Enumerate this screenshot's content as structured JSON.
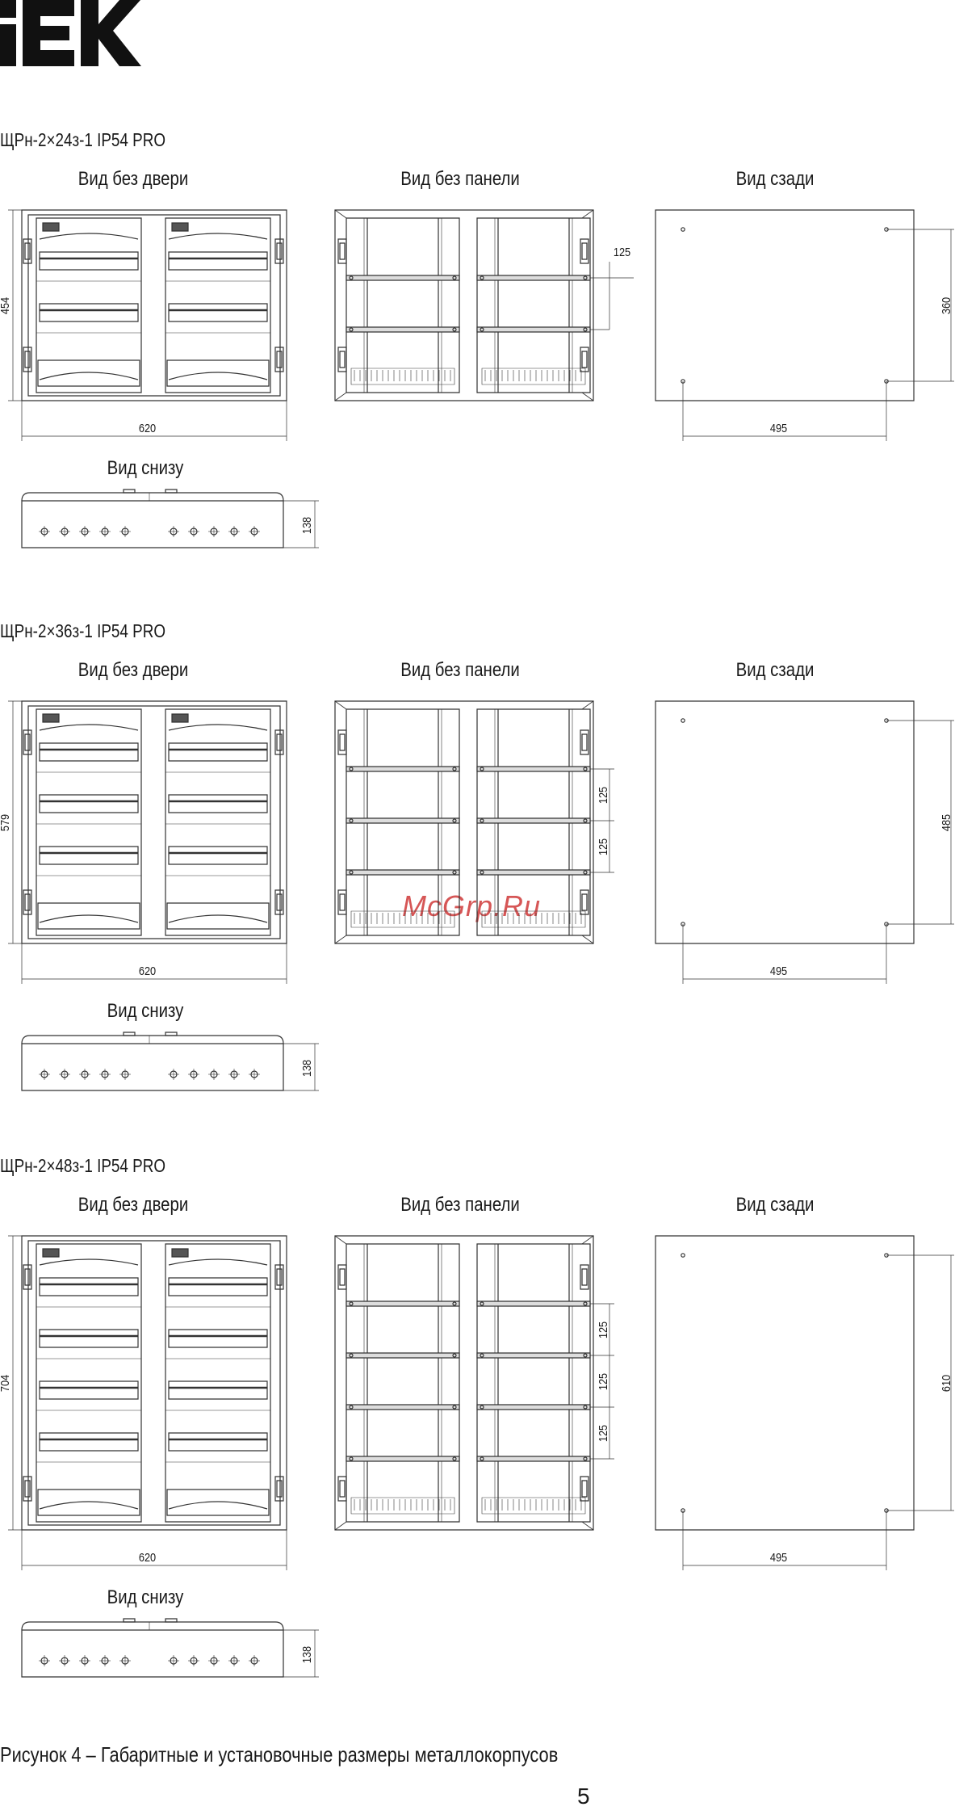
{
  "brand": {
    "logo_text": "IEK"
  },
  "sections": [
    {
      "title": "ЩРн-2×24з-1 IP54 PRO",
      "view_front": "Вид без двери",
      "view_panel": "Вид без панели",
      "view_back": "Вид сзади",
      "view_bottom": "Вид снизу",
      "rows": 2,
      "height_dim": "454",
      "width_dim": "620",
      "rail_dims": [
        "125"
      ],
      "back_height_dim": "360",
      "back_width_dim": "495",
      "depth_dim": "138"
    },
    {
      "title": "ЩРн-2×36з-1 IP54 PRO",
      "view_front": "Вид без двери",
      "view_panel": "Вид без панели",
      "view_back": "Вид сзади",
      "view_bottom": "Вид снизу",
      "rows": 3,
      "height_dim": "579",
      "width_dim": "620",
      "rail_dims": [
        "125",
        "125"
      ],
      "back_height_dim": "485",
      "back_width_dim": "495",
      "depth_dim": "138"
    },
    {
      "title": "ЩРн-2×48з-1 IP54 PRO",
      "view_front": "Вид без двери",
      "view_panel": "Вид без панели",
      "view_back": "Вид сзади",
      "view_bottom": "Вид снизу",
      "rows": 4,
      "height_dim": "704",
      "width_dim": "620",
      "rail_dims": [
        "125",
        "125",
        "125"
      ],
      "back_height_dim": "610",
      "back_width_dim": "495",
      "depth_dim": "138"
    }
  ],
  "watermark": "McGrp.Ru",
  "caption": "Рисунок 4 – Габаритные и установочные размеры металлокорпусов",
  "page_number": "5"
}
